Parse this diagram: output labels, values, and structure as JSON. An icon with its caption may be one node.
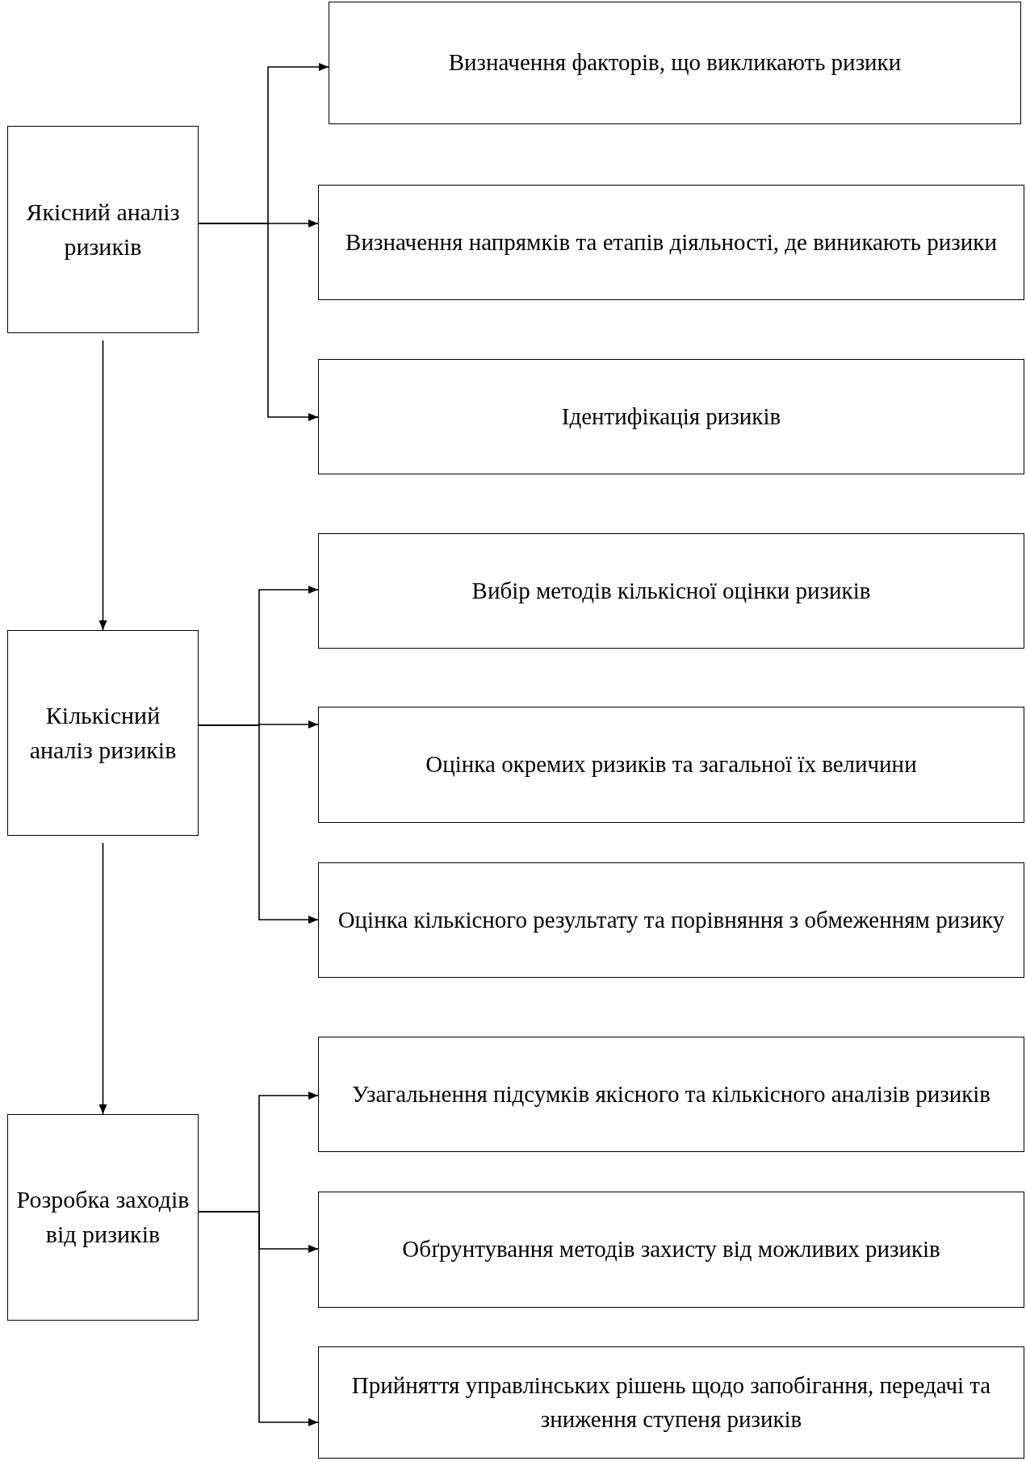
{
  "diagram": {
    "nodes": [
      {
        "text": [
          "Якісний аналіз ризиків"
        ]
      },
      {
        "text": [
          "Визначення факторів, що викликають ризики"
        ]
      },
      {
        "text": [
          "Визначення напрямків та етапів діяльності, де виникають ризики"
        ]
      },
      {
        "text": [
          "Ідентифікація ризиків"
        ]
      },
      {
        "text": [
          "Кількісний аналіз ризиків"
        ]
      },
      {
        "text": [
          "Вибір методів кількісної оцінки ризиків"
        ]
      },
      {
        "text": [
          "Оцінка окремих ризиків та загальної їх величини"
        ]
      },
      {
        "text": [
          "Оцінка кількісного результату та порівняння з обмеженням ризику"
        ]
      },
      {
        "text": [
          "Розробка заходів від ризиків"
        ]
      },
      {
        "text": [
          "Узагальнення підсумків якісного та кількісного аналізів ризиків"
        ]
      },
      {
        "text": [
          "Обґрунтування методів захисту від можливих ризиків"
        ]
      },
      {
        "text": [
          "Прийняття управлінських рішень щодо запобігання, передачі та зниження ступеня ризиків"
        ]
      }
    ],
    "edges": [
      {
        "from": 0,
        "to": 1,
        "arrow": "to"
      },
      {
        "from": 0,
        "to": 2,
        "arrow": "to"
      },
      {
        "from": 0,
        "to": 3,
        "arrow": "to"
      },
      {
        "from": 0,
        "to": 4,
        "arrow": "to"
      },
      {
        "from": 4,
        "to": 5,
        "arrow": "to"
      },
      {
        "from": 4,
        "to": 6,
        "arrow": "to"
      },
      {
        "from": 4,
        "to": 7,
        "arrow": "to"
      },
      {
        "from": 4,
        "to": 8,
        "arrow": "to"
      },
      {
        "from": 8,
        "to": 9,
        "arrow": "to"
      },
      {
        "from": 8,
        "to": 10,
        "arrow": "to"
      },
      {
        "from": 8,
        "to": 11,
        "arrow": "to"
      }
    ]
  }
}
